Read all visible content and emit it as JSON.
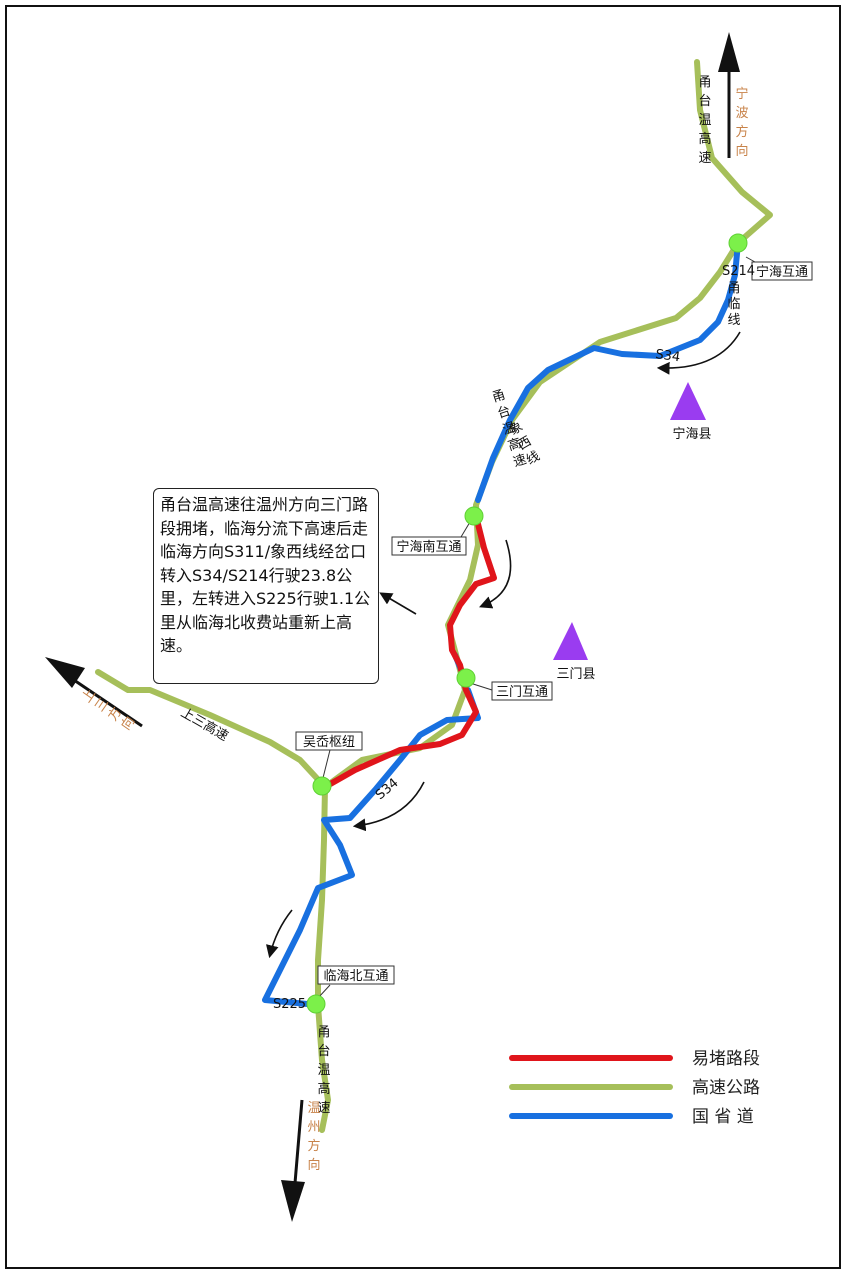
{
  "colors": {
    "congested": "#e0151b",
    "expressway": "#a6bf5a",
    "national_provincial": "#1870e0",
    "node": "#7cf04a",
    "county_marker": "#9a3cf0",
    "direction_text": "#c8834a"
  },
  "directions": {
    "ningbo": "宁波方向",
    "shangsan": "上三方向",
    "wenzhou": "温州方向"
  },
  "roads": {
    "yongtaiwen_top": "甬台温高速",
    "yongtaiwen_mid": "甬台温高速",
    "yongtaiwen_bottom": "甬台温高速",
    "shangsan": "上三高速",
    "s214": "S214",
    "yonglin": "甬临线",
    "xiangxi": "象西线",
    "s34_east": "S34",
    "s34_west": "S34",
    "s225": "S225"
  },
  "interchanges": {
    "ninghai": "宁海互通",
    "ninghai_south": "宁海南互通",
    "sanmen": "三门互通",
    "wupi": "吴岙枢纽",
    "linhai_north": "临海北互通"
  },
  "counties": {
    "ninghai": "宁海县",
    "sanmen": "三门县"
  },
  "note": "甬台温高速往温州方向三门路段拥堵，临海分流下高速后走临海方向S311/象西线经岔口转入S34/S214行驶23.8公里，左转进入S225行驶1.1公里从临海北收费站重新上高速。",
  "legend": {
    "congested": "易堵路段",
    "expressway": "高速公路",
    "national_provincial": "国 省 道"
  }
}
